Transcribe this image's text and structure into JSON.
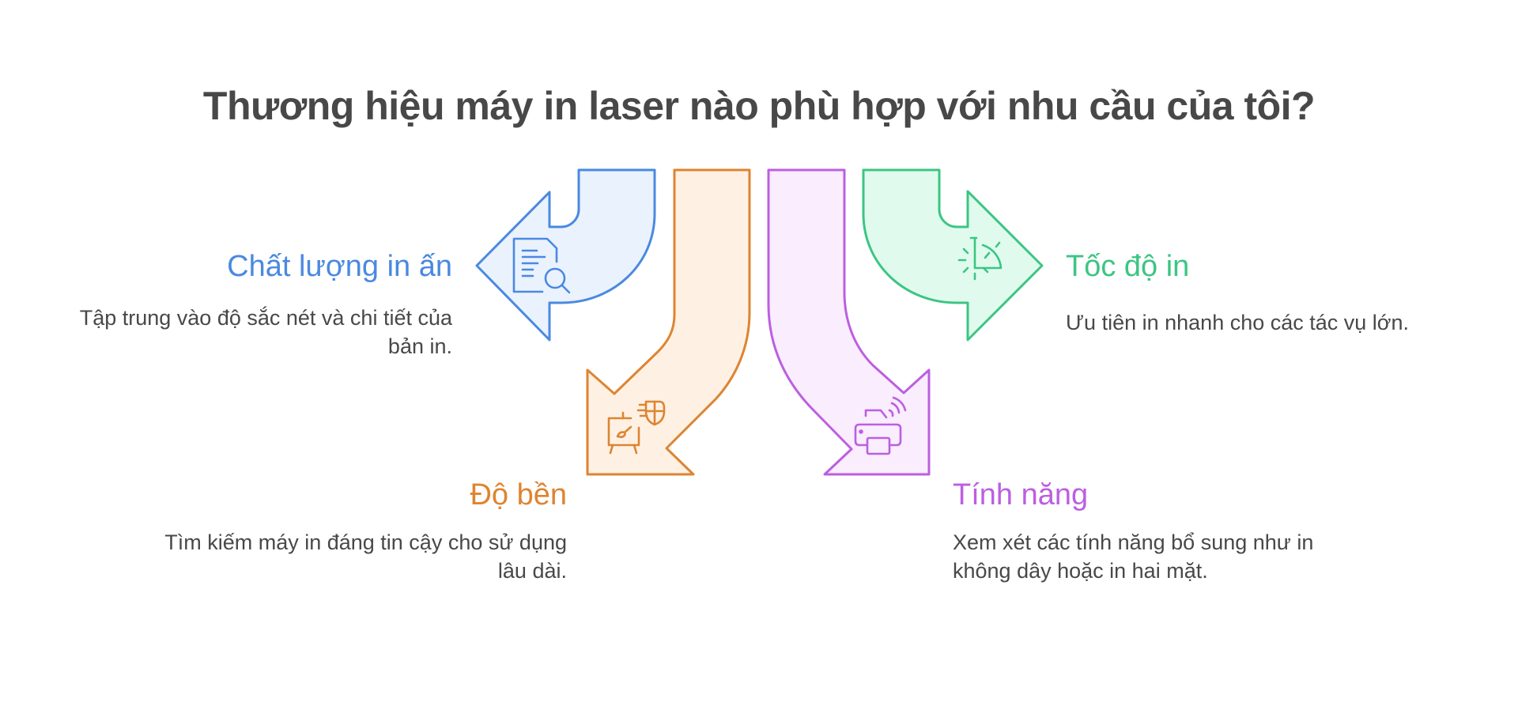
{
  "title": "Thương hiệu máy in laser nào phù hợp với nhu cầu của tôi?",
  "colors": {
    "quality": {
      "stroke": "#4A89E0",
      "fill": "#EAF2FE"
    },
    "durability": {
      "stroke": "#DE8431",
      "fill": "#FEF1E4"
    },
    "features": {
      "stroke": "#BC5FE0",
      "fill": "#F9EDFE"
    },
    "speed": {
      "stroke": "#3CC583",
      "fill": "#E0FBEE"
    },
    "text": "#484848"
  },
  "items": [
    {
      "id": "quality",
      "label": "Chất lượng in ấn",
      "description": "Tập trung vào độ sắc nét và chi tiết của bản in.",
      "icon": "document-search-icon",
      "direction": "left"
    },
    {
      "id": "durability",
      "label": "Độ bền",
      "description": "Tìm kiếm máy in đáng tin cậy cho sử dụng lâu dài.",
      "icon": "easel-paint-icon",
      "direction": "down-left"
    },
    {
      "id": "features",
      "label": "Tính năng",
      "description": "Xem xét các tính năng bổ sung như in không dây hoặc in hai mặt.",
      "icon": "wireless-printer-icon",
      "direction": "down-right"
    },
    {
      "id": "speed",
      "label": "Tốc độ in",
      "description": "Ưu tiên in nhanh cho các tác vụ lớn.",
      "icon": "stopwatch-icon",
      "direction": "right"
    }
  ]
}
